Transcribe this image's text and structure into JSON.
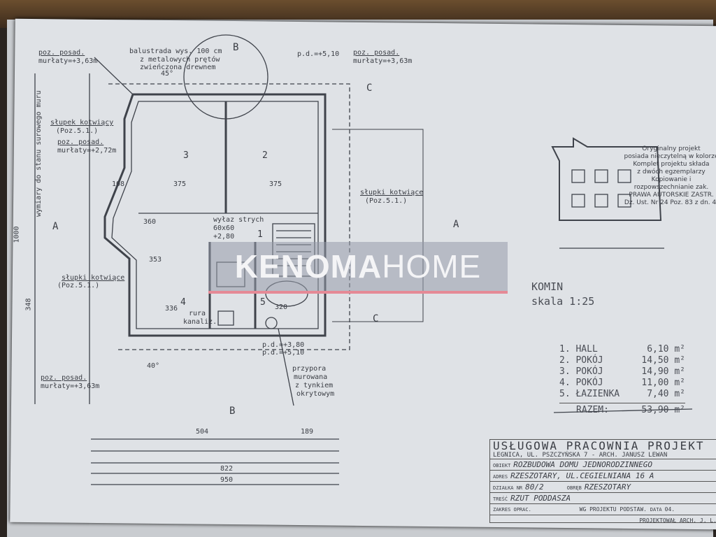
{
  "watermark": {
    "bold": "KENOMA",
    "light": "HOME"
  },
  "plan_labels": {
    "poz_posad_1": "poz. posad.",
    "murlaty_1": "murłaty=+3,63m",
    "balustrada_1": "balustrada wys. 100 cm",
    "balustrada_2": "z metalowych prętów",
    "balustrada_3": "zwieńczona drewnem",
    "section_b_top": "B",
    "pd_top": "p.d.=+5,10",
    "poz_posad_2": "poz. posad.",
    "murlaty_2": "murłaty=+3,63m",
    "slupek": "słupek kotwiący",
    "slupek_poz": "(Poz.5.1.)",
    "poz_posad_3": "poz. posad.",
    "murlaty_3": "murłaty=+2,72m",
    "vertical_label": "wymiary do stanu surowego muru",
    "room_3": "3",
    "room_2": "2",
    "room_1": "1",
    "room_4": "4",
    "room_5": "5",
    "dim_375a": "375",
    "dim_375b": "375",
    "dim_360": "360",
    "dim_353": "353",
    "dim_336": "336",
    "dim_320": "320",
    "dim_108": "108",
    "wylaz": "wyłaz strych",
    "wylaz_size": "60x60",
    "plus280": "+2,80",
    "slupki_right": "słupki kotwiące",
    "slupki_right_poz": "(Poz.5.1.)",
    "slupki_left": "słupki kotwiące",
    "slupki_left_poz": "(Poz.5.1.)",
    "rura": "rura",
    "kanaliz": "kanaliz.",
    "section_a_left": "A",
    "section_a_right": "A",
    "section_c_top": "C",
    "section_c_bottom": "C",
    "section_b_bottom": "B",
    "pd_bottom_1": "p.d.=+3,80",
    "pd_bottom_2": "p.d.=+5,10",
    "przypora_1": "przypora",
    "przypora_2": "murowana",
    "przypora_3": "z tynkiem",
    "przypora_4": "okrytowym",
    "poz_posad_4": "poz. posad.",
    "murlaty_4": "murłaty=+3,63m",
    "dim_504": "504",
    "dim_189": "189",
    "dim_822": "822",
    "dim_950": "950",
    "dim_1000": "1000",
    "dim_348": "348",
    "dim_45": "45°",
    "dim_40": "40°"
  },
  "komin": {
    "title": "KOMIN",
    "scale": "skala 1:25"
  },
  "stamp": [
    "Oryginalny projekt",
    "posiada nieczytelną w kolorze",
    "Komplet projektu składa",
    "z dwóch egzemplarzy",
    "Kopiowanie i rozpowszechnianie zak.",
    "PRAWA AUTORSKIE ZASTR.",
    "Dz. Ust. Nr 24 Poz. 83 z dn. 4."
  ],
  "rooms": [
    {
      "name": "1. HALL",
      "area": "6,10",
      "unit": "m²"
    },
    {
      "name": "2. POKÓJ",
      "area": "14,50",
      "unit": "m²"
    },
    {
      "name": "3. POKÓJ",
      "area": "14,90",
      "unit": "m²"
    },
    {
      "name": "4. POKÓJ",
      "area": "11,00",
      "unit": "m²"
    },
    {
      "name": "5. ŁAZIENKA",
      "area": "7,40",
      "unit": "m²"
    }
  ],
  "total": {
    "label": "RAZEM:",
    "area": "53,90",
    "unit": "m²"
  },
  "title_block": {
    "firm": "USŁUGOWA PRACOWNIA PROJEKT",
    "address": "LEGNICA, UL. PSZCZYŃSKA 7 - ARCH. JANUSZ LEWAN",
    "obiekt_label": "OBIEKT",
    "obiekt": "ROZBUDOWA DOMU JEDNORODZINNEGO",
    "adres_label": "ADRES",
    "adres": "RZESZOTARY, UL.CEGIELNIANA 16 A",
    "dzialka_label": "DZIAŁKA NR",
    "dzialka": "80/2",
    "obreb_label": "OBRĘB",
    "obreb": "RZESZOTARY",
    "tresc_label": "TREŚĆ",
    "tresc": "RZUT PODDASZA",
    "zakres_label": "ZAKRES OPRAC.",
    "wg": "WG PROJEKTU PODSTAW.",
    "data_label": "DATA",
    "data": "04.",
    "projektowal": "PROJEKTOWAŁ ARCH. J. L."
  }
}
